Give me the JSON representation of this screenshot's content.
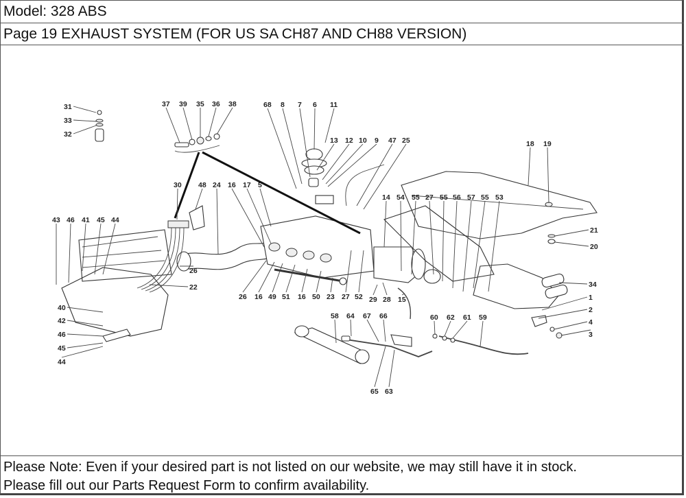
{
  "header": {
    "model": "Model: 328 ABS",
    "page": "Page 19  EXHAUST SYSTEM (FOR US  SA  CH87 AND CH88 VERSION)"
  },
  "diagram": {
    "title": "Exhaust system exploded view",
    "callouts": [
      {
        "id": "31",
        "label": "31"
      },
      {
        "id": "33",
        "label": "33"
      },
      {
        "id": "32",
        "label": "32"
      },
      {
        "id": "37",
        "label": "37"
      },
      {
        "id": "39",
        "label": "39"
      },
      {
        "id": "35",
        "label": "35"
      },
      {
        "id": "36",
        "label": "36"
      },
      {
        "id": "38",
        "label": "38"
      },
      {
        "id": "68",
        "label": "68"
      },
      {
        "id": "8",
        "label": "8"
      },
      {
        "id": "7",
        "label": "7"
      },
      {
        "id": "6",
        "label": "6"
      },
      {
        "id": "11",
        "label": "11"
      },
      {
        "id": "13",
        "label": "13"
      },
      {
        "id": "12",
        "label": "12"
      },
      {
        "id": "10",
        "label": "10"
      },
      {
        "id": "9",
        "label": "9"
      },
      {
        "id": "47",
        "label": "47"
      },
      {
        "id": "25",
        "label": "25"
      },
      {
        "id": "18",
        "label": "18"
      },
      {
        "id": "19",
        "label": "19"
      },
      {
        "id": "21",
        "label": "21"
      },
      {
        "id": "20",
        "label": "20"
      },
      {
        "id": "30",
        "label": "30"
      },
      {
        "id": "48",
        "label": "48"
      },
      {
        "id": "24",
        "label": "24"
      },
      {
        "id": "16a",
        "label": "16"
      },
      {
        "id": "17",
        "label": "17"
      },
      {
        "id": "5",
        "label": "5"
      },
      {
        "id": "14",
        "label": "14"
      },
      {
        "id": "54",
        "label": "54"
      },
      {
        "id": "55a",
        "label": "55"
      },
      {
        "id": "27a",
        "label": "27"
      },
      {
        "id": "55b",
        "label": "55"
      },
      {
        "id": "56",
        "label": "56"
      },
      {
        "id": "57",
        "label": "57"
      },
      {
        "id": "55c",
        "label": "55"
      },
      {
        "id": "53",
        "label": "53"
      },
      {
        "id": "43",
        "label": "43"
      },
      {
        "id": "46a",
        "label": "46"
      },
      {
        "id": "41",
        "label": "41"
      },
      {
        "id": "45a",
        "label": "45"
      },
      {
        "id": "44a",
        "label": "44"
      },
      {
        "id": "26a",
        "label": "26"
      },
      {
        "id": "22",
        "label": "22"
      },
      {
        "id": "26b",
        "label": "26"
      },
      {
        "id": "16b",
        "label": "16"
      },
      {
        "id": "49",
        "label": "49"
      },
      {
        "id": "51",
        "label": "51"
      },
      {
        "id": "16c",
        "label": "16"
      },
      {
        "id": "50",
        "label": "50"
      },
      {
        "id": "23",
        "label": "23"
      },
      {
        "id": "27b",
        "label": "27"
      },
      {
        "id": "52",
        "label": "52"
      },
      {
        "id": "29",
        "label": "29"
      },
      {
        "id": "28",
        "label": "28"
      },
      {
        "id": "15",
        "label": "15"
      },
      {
        "id": "34",
        "label": "34"
      },
      {
        "id": "1",
        "label": "1"
      },
      {
        "id": "2",
        "label": "2"
      },
      {
        "id": "4",
        "label": "4"
      },
      {
        "id": "3",
        "label": "3"
      },
      {
        "id": "40",
        "label": "40"
      },
      {
        "id": "42",
        "label": "42"
      },
      {
        "id": "46b",
        "label": "46"
      },
      {
        "id": "45b",
        "label": "45"
      },
      {
        "id": "44b",
        "label": "44"
      },
      {
        "id": "58",
        "label": "58"
      },
      {
        "id": "64",
        "label": "64"
      },
      {
        "id": "67",
        "label": "67"
      },
      {
        "id": "66",
        "label": "66"
      },
      {
        "id": "65",
        "label": "65"
      },
      {
        "id": "63",
        "label": "63"
      },
      {
        "id": "60",
        "label": "60"
      },
      {
        "id": "62",
        "label": "62"
      },
      {
        "id": "61",
        "label": "61"
      },
      {
        "id": "59",
        "label": "59"
      }
    ]
  },
  "footer": {
    "line1": "Please Note: Even if your desired part is not listed on our website, we may still have it in stock.",
    "line2": "Please fill out our Parts Request Form to confirm availability."
  }
}
